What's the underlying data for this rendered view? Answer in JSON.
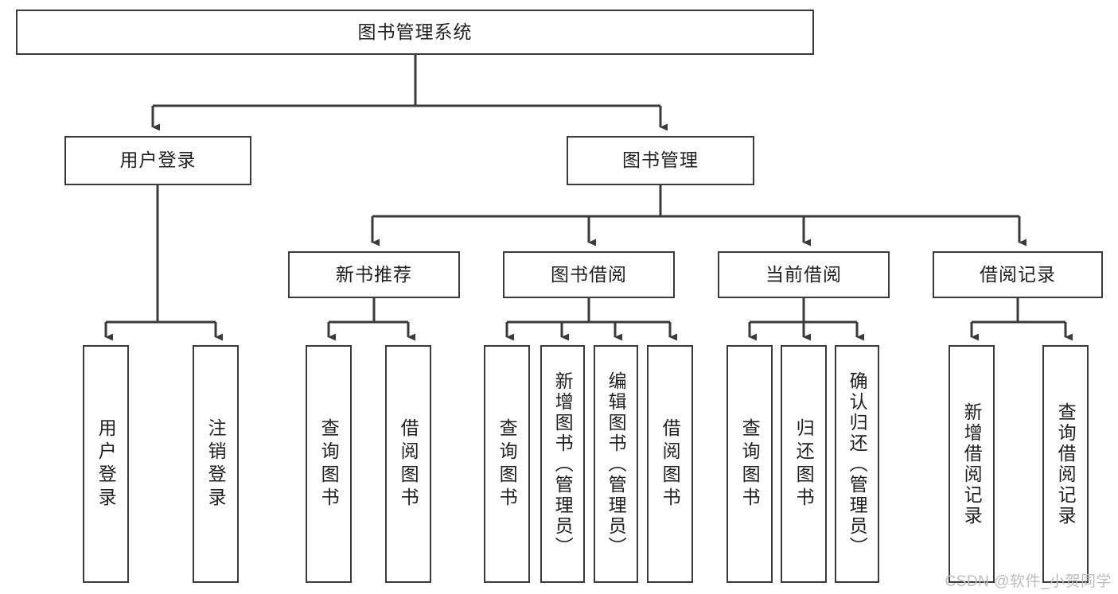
{
  "diagram": {
    "title": "图书管理系统",
    "type": "tree-hierarchy-diagram",
    "watermark": "CSDN @软件_小贺同学",
    "colors": {
      "stroke": "#3a3a3a",
      "fill": "#ffffff",
      "text": "#1f1f1f",
      "watermark": "#bdbdbd"
    },
    "root": {
      "label": "图书管理系统"
    },
    "level2": [
      {
        "label": "用户登录"
      },
      {
        "label": "图书管理"
      }
    ],
    "level3": [
      {
        "label": "新书推荐"
      },
      {
        "label": "图书借阅"
      },
      {
        "label": "当前借阅"
      },
      {
        "label": "借阅记录"
      }
    ],
    "leaves": {
      "user_login": [
        {
          "label": "用户登录"
        },
        {
          "label": "注销登录"
        }
      ],
      "new_book_recommend": [
        {
          "label": "查询图书"
        },
        {
          "label": "借阅图书"
        }
      ],
      "book_borrow": [
        {
          "label": "查询图书"
        },
        {
          "label": "新增图书（管理员）"
        },
        {
          "label": "编辑图书（管理员）"
        },
        {
          "label": "借阅图书"
        }
      ],
      "current_borrow": [
        {
          "label": "查询图书"
        },
        {
          "label": "归还图书"
        },
        {
          "label": "确认归还（管理员）"
        }
      ],
      "borrow_records": [
        {
          "label": "新增借阅记录"
        },
        {
          "label": "查询借阅记录"
        }
      ]
    }
  }
}
